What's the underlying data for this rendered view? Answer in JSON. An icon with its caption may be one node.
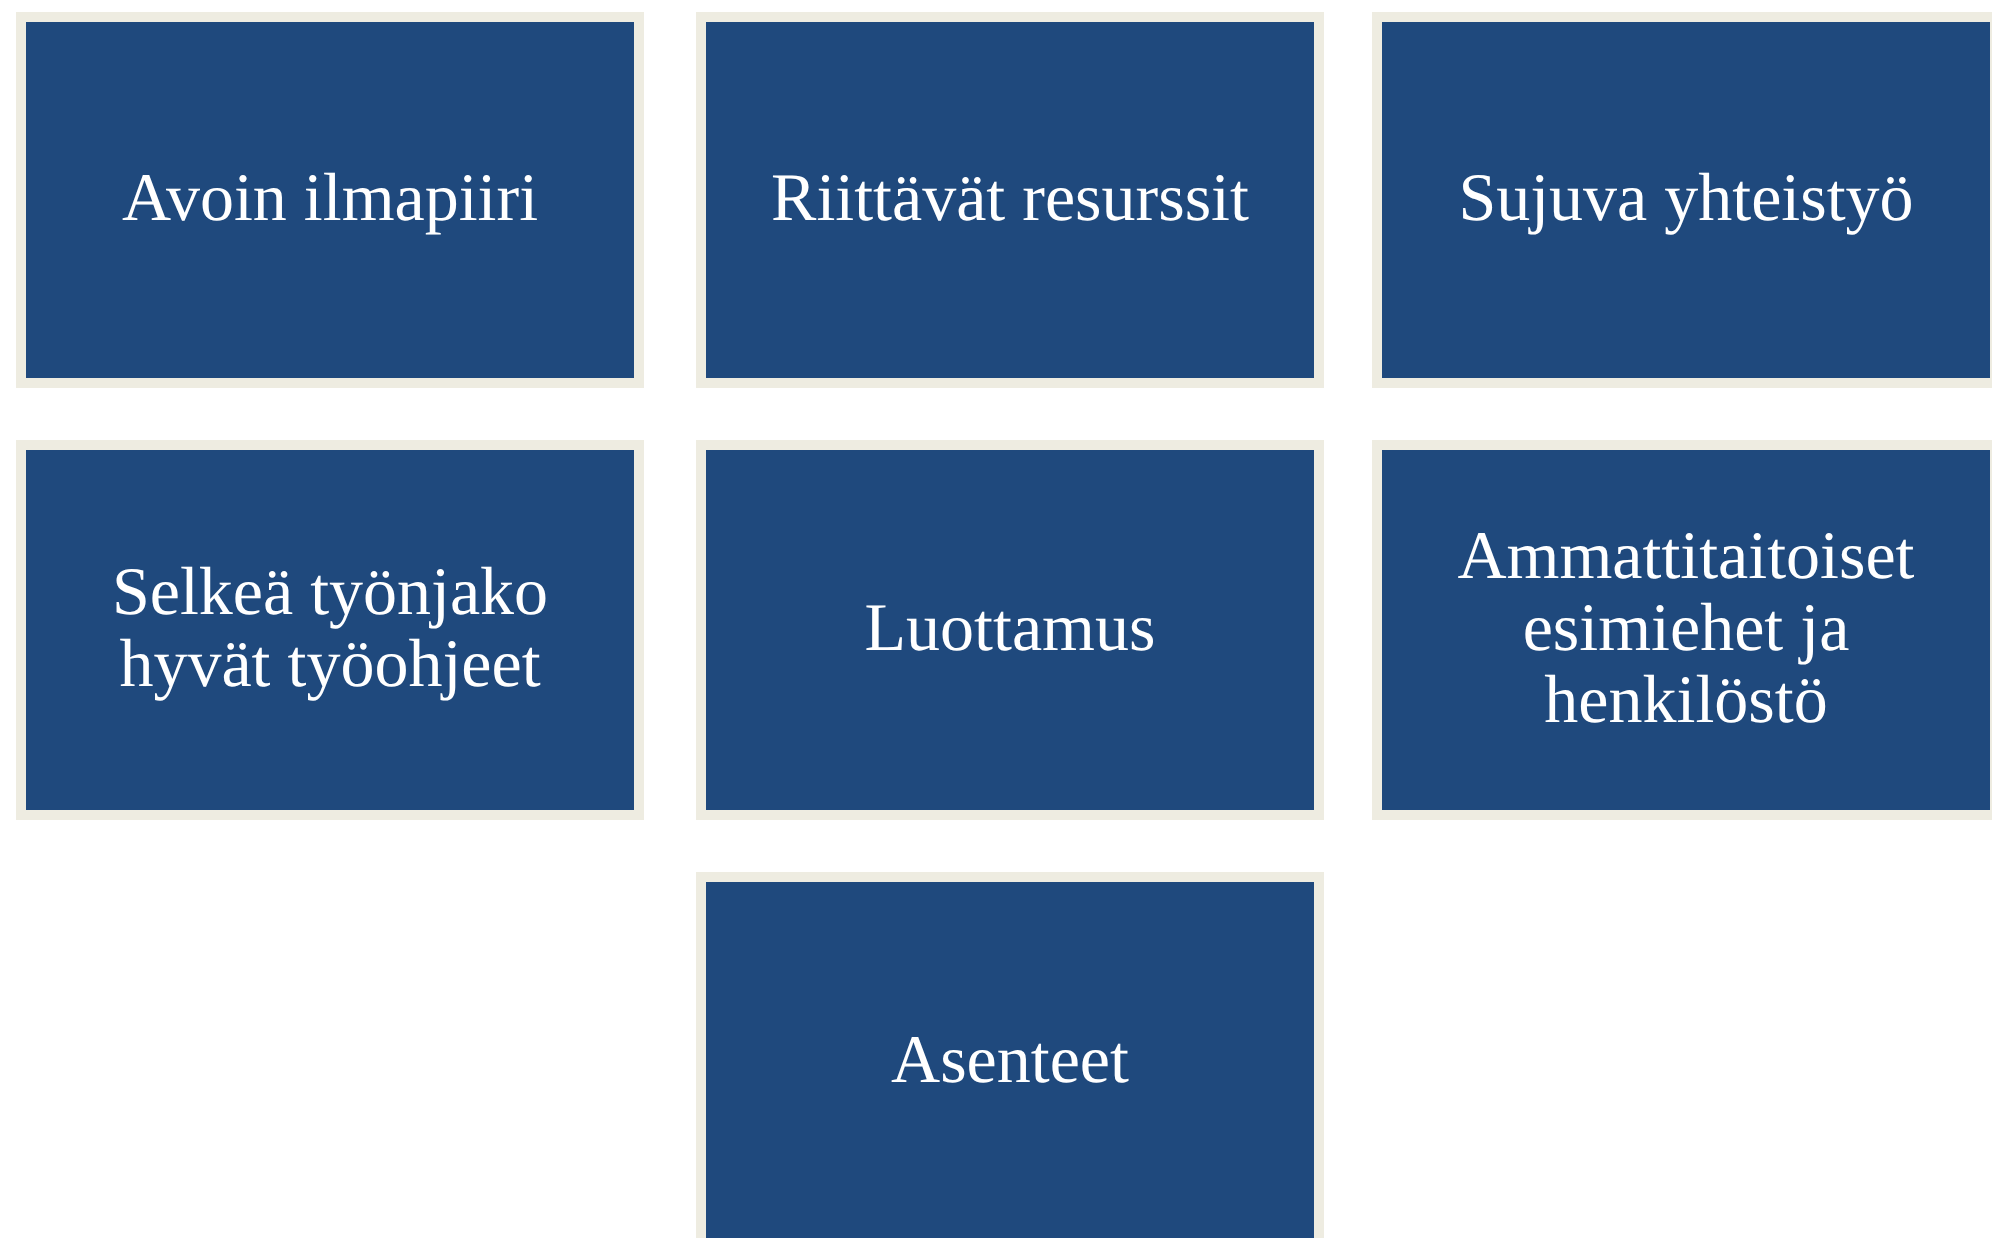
{
  "diagram": {
    "nodes": [
      {
        "text": [
          "Avoin ilmapiiri"
        ]
      },
      {
        "text": [
          "Riittävät resurssit"
        ]
      },
      {
        "text": [
          "Sujuva yhteistyö"
        ]
      },
      {
        "text": [
          "Selkeä työnjako hyvät työohjeet"
        ]
      },
      {
        "text": [
          "Luottamus"
        ]
      },
      {
        "text": [
          "Ammattitaitoiset esimiehet ja henkilöstö"
        ]
      },
      {
        "text": [
          "Asenteet"
        ]
      }
    ]
  }
}
